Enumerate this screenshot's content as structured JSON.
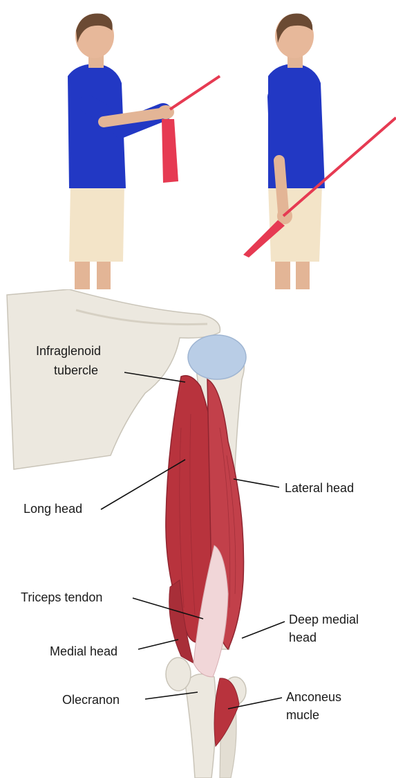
{
  "photos": [
    {
      "pose": "arm-forward"
    },
    {
      "pose": "arm-back"
    }
  ],
  "labels": {
    "infraglenoid_1": "Infraglenoid",
    "infraglenoid_2": "tubercle",
    "long_head": "Long head",
    "lateral_head": "Lateral head",
    "triceps_tendon": "Triceps tendon",
    "deep_medial_1": "Deep medial",
    "deep_medial_2": "head",
    "medial_head": "Medial head",
    "olecranon": "Olecranon",
    "anconeus_1": "Anconeus",
    "anconeus_2": "mucle"
  },
  "colors": {
    "shirt": "#2238c4",
    "shorts": "#f3e4c8",
    "skin": "#e7b89a",
    "band": "#e63a52",
    "muscle": "#b8333d",
    "bone": "#ece8df",
    "cartilage": "#b9cde6"
  }
}
